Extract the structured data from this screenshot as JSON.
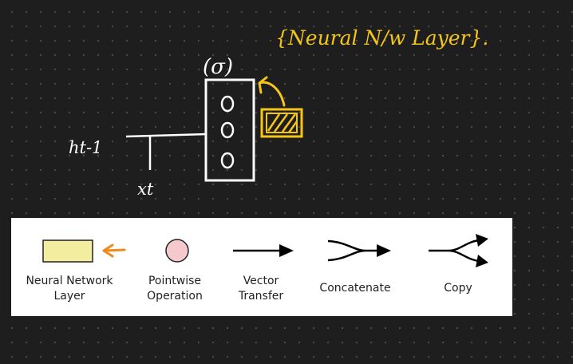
{
  "annotation": {
    "title": "{Neural N/w Layer}.",
    "activation": "(σ)",
    "input_h": "ht-1",
    "input_x": "xt"
  },
  "legend": {
    "items": [
      {
        "label": "Neural Network\nLayer"
      },
      {
        "label": "Pointwise\nOperation"
      },
      {
        "label": "Vector\nTransfer"
      },
      {
        "label": "Concatenate"
      },
      {
        "label": "Copy"
      }
    ]
  },
  "colors": {
    "background": "#1e1e1e",
    "ink": "#ffffff",
    "highlight": "#f5c518",
    "arrow_accent": "#f08a1c",
    "layer_fill": "#f3eda0",
    "pointwise_fill": "#f6c9cc"
  }
}
